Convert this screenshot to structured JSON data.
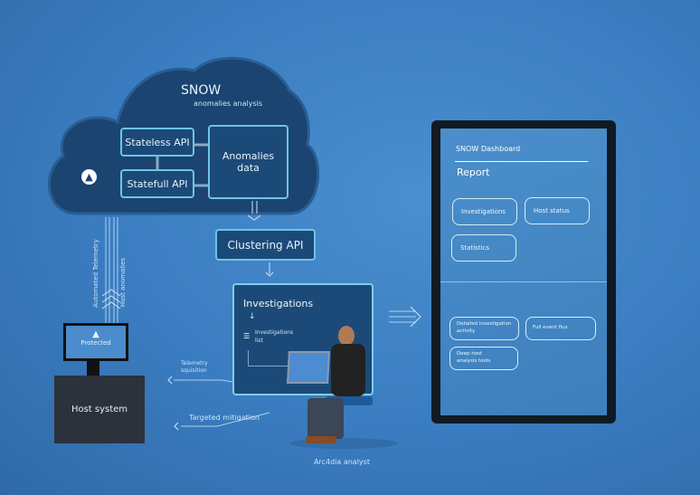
{
  "cloud": {
    "title": "SNOW",
    "subtitle": "anomalies analysis",
    "stateless": "Stateless API",
    "statefull": "Statefull API",
    "anomalies": "Anomalies data"
  },
  "clustering": "Clustering API",
  "investigations": {
    "title": "Investigations",
    "list": "Investigations list"
  },
  "links": {
    "automated_telemetry": "Automated Telemetry",
    "host_anomalies": "Host anomalies",
    "telemetry_acquisition": "Telemetry squisition",
    "targeted_mitigation": "Targeted mitigation"
  },
  "host": {
    "screen": "Protected",
    "label": "Host system"
  },
  "analyst": "Arc4dia analyst",
  "dashboard": {
    "title": "SNOW Dashboard",
    "section": "Report",
    "buttons": [
      "Investigations",
      "Host status",
      "Statistics"
    ],
    "tools": [
      "Detailed investigation activity",
      "Full event flux",
      "Deep host analysis tools"
    ]
  },
  "colors": {
    "accent": "#6ec3e6",
    "cloud": "#1b4470",
    "background": "#3a7cc0"
  }
}
